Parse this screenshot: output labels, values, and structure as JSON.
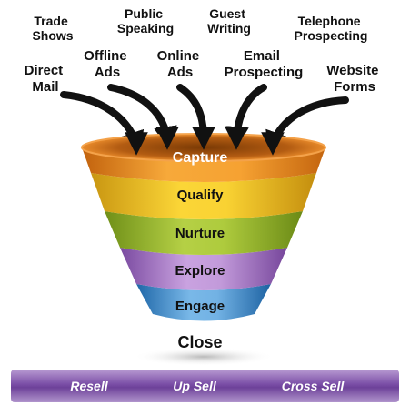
{
  "sources": {
    "trade_shows": [
      "Trade",
      "Shows"
    ],
    "public_speaking": [
      "Public",
      "Speaking"
    ],
    "guest_writing": [
      "Guest",
      "Writing"
    ],
    "telephone_prospecting": [
      "Telephone",
      "Prospecting"
    ],
    "direct_mail": [
      "Direct",
      "Mail"
    ],
    "offline_ads": [
      "Offline",
      "Ads"
    ],
    "online_ads": [
      "Online",
      "Ads"
    ],
    "email_prospecting": [
      "Email",
      "Prospecting"
    ],
    "website_forms": [
      "Website",
      "Forms"
    ]
  },
  "funnel": {
    "stages": [
      "Capture",
      "Qualify",
      "Nurture",
      "Explore",
      "Engage"
    ],
    "output": "Close"
  },
  "post_sale_bar": {
    "items": [
      "Resell",
      "Up Sell",
      "Cross Sell"
    ]
  },
  "colors": {
    "capture": "#f19a2a",
    "qualify": "#f2c21a",
    "nurture": "#9bbb2c",
    "explore": "#a474c4",
    "engage": "#3d8fd0",
    "bar": "#7d4fa8",
    "arrow": "#111111"
  }
}
